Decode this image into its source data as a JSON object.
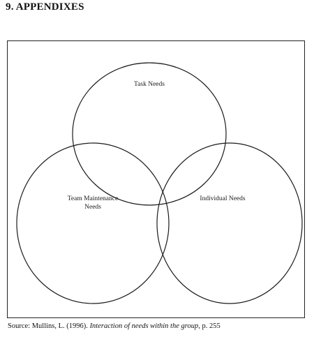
{
  "document": {
    "heading": "9. APPENDIXES"
  },
  "diagram": {
    "circles": {
      "task": {
        "label": "Task Needs"
      },
      "team": {
        "label_line1": "Team Maintenance",
        "label_line2": "Needs"
      },
      "individual": {
        "label": "Individual Needs"
      }
    }
  },
  "source": {
    "prefix": "Source",
    "colon": ": ",
    "author_year": "Mullins, L. (1996). ",
    "title": "Interaction of needs within the group",
    "page": ", p. 255"
  }
}
